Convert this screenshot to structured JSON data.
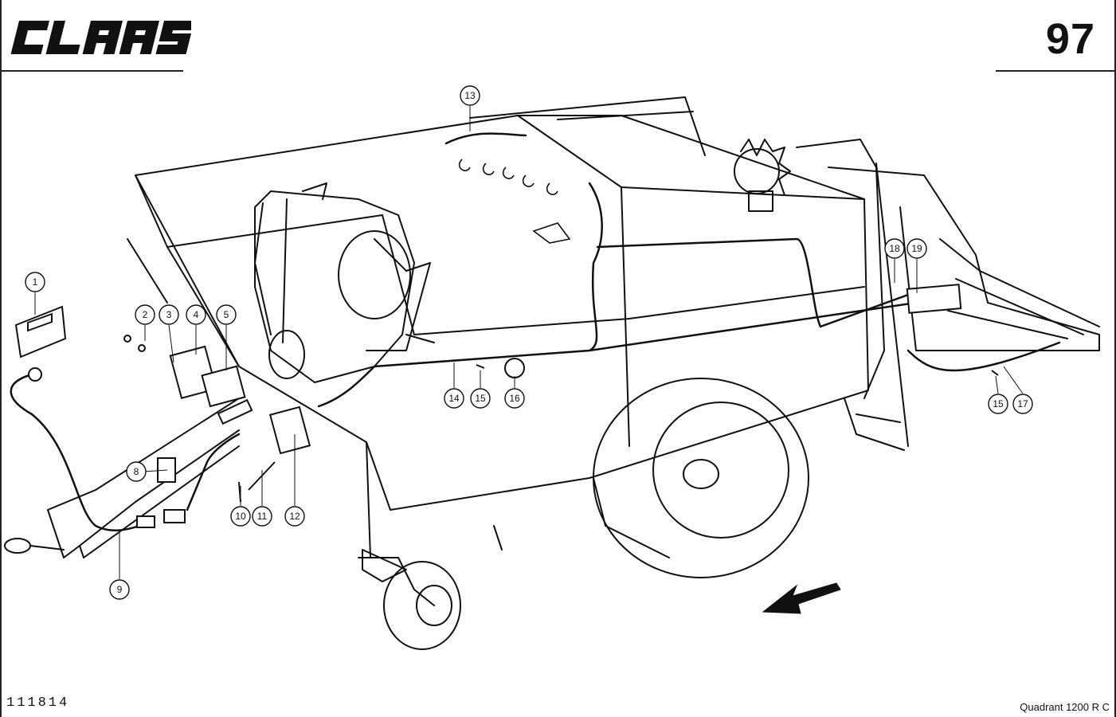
{
  "header": {
    "brand": "CLAAS",
    "page_number": "97"
  },
  "footer": {
    "drawing_number": "111814",
    "model": "Quadrant 1200 R C"
  },
  "callouts": [
    {
      "label": "1"
    },
    {
      "label": "2"
    },
    {
      "label": "3"
    },
    {
      "label": "4"
    },
    {
      "label": "5"
    },
    {
      "label": "8"
    },
    {
      "label": "9"
    },
    {
      "label": "10"
    },
    {
      "label": "11"
    },
    {
      "label": "12"
    },
    {
      "label": "13"
    },
    {
      "label": "14"
    },
    {
      "label": "15"
    },
    {
      "label": "16"
    },
    {
      "label": "15"
    },
    {
      "label": "17"
    },
    {
      "label": "18"
    },
    {
      "label": "19"
    }
  ]
}
